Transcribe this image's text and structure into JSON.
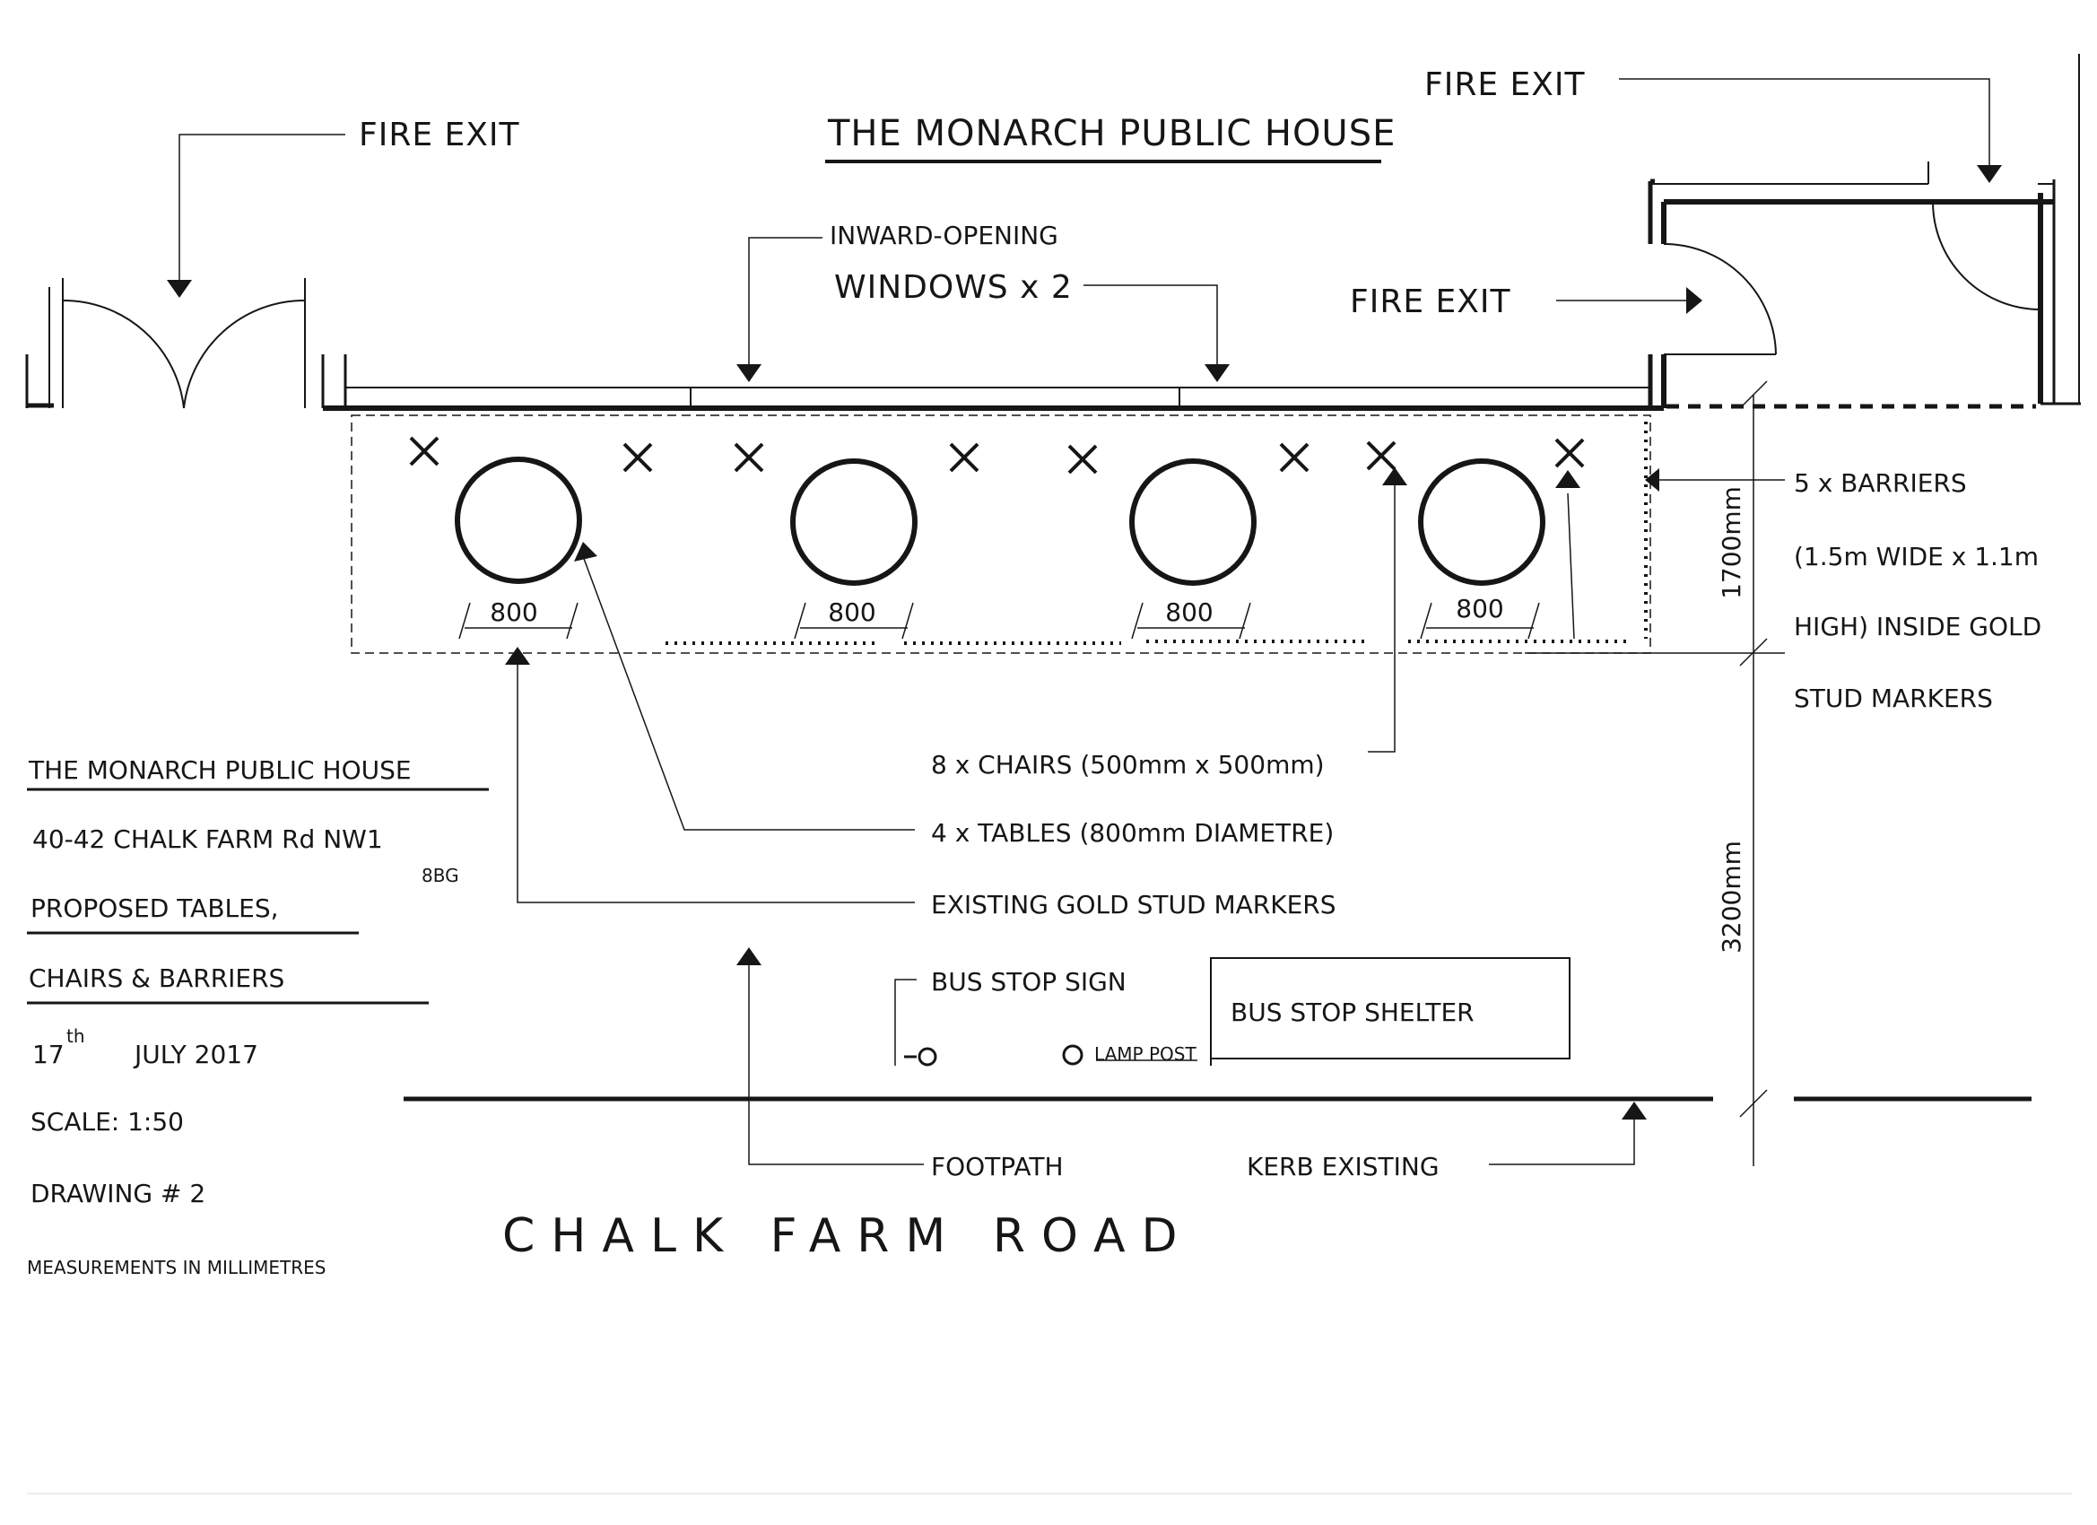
{
  "title": "THE MONARCH PUBLIC HOUSE",
  "labels": {
    "fire_exit_left": "FIRE EXIT",
    "fire_exit_top_right": "FIRE EXIT",
    "fire_exit_door": "FIRE EXIT",
    "windows_line1": "INWARD-OPENING",
    "windows_line2": "WINDOWS  x 2",
    "barriers_line1": "5 x BARRIERS",
    "barriers_line2": "(1.5m WIDE x 1.1m",
    "barriers_line3": "HIGH) INSIDE GOLD",
    "barriers_line4": "STUD MARKERS",
    "chairs": "8 x CHAIRS (500mm x 500mm)",
    "tables": "4 x TABLES (800mm DIAMETRE)",
    "gold_studs": "EXISTING  GOLD  STUD  MARKERS",
    "bus_stop_sign": "BUS STOP SIGN",
    "bus_stop_shelter": "BUS  STOP  SHELTER",
    "lamp_post": "LAMP POST",
    "footpath": "FOOTPATH",
    "kerb": "KERB  EXISTING",
    "road": "CHALK  FARM  ROAD"
  },
  "dimensions": {
    "table_widths": [
      "800",
      "800",
      "800",
      "800"
    ],
    "depth_seating": "1700mm",
    "depth_footpath": "3200mm"
  },
  "title_block": {
    "name": "THE MONARCH PUBLIC HOUSE",
    "address": "40-42 CHALK FARM Rd NW1",
    "postcode": "8BG",
    "purpose_line1": "PROPOSED TABLES,",
    "purpose_line2": "CHAIRS & BARRIERS",
    "date_day": "17",
    "date_suffix": "th",
    "date_rest": "JULY  2017",
    "scale": "SCALE:  1:50",
    "drawing": "DRAWING # 2",
    "units": "MEASUREMENTS IN MILLIMETRES"
  },
  "colors": {
    "ink": "#161616",
    "paper": "#ffffff"
  }
}
